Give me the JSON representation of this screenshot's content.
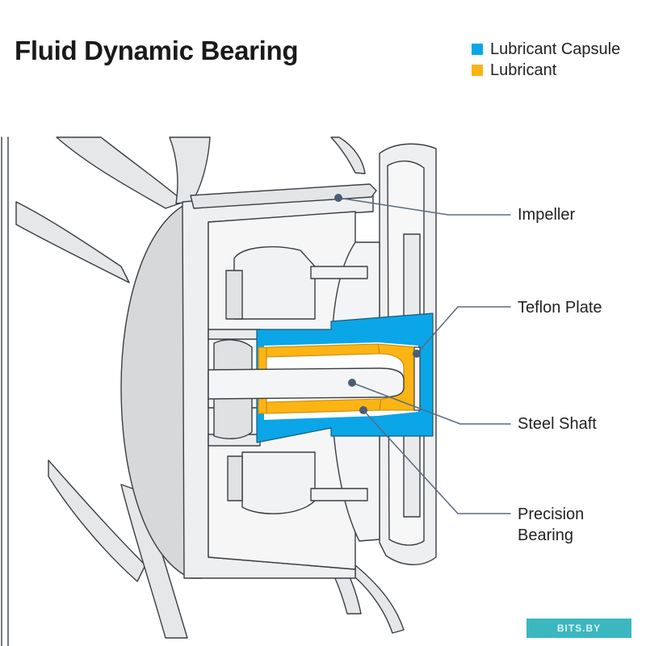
{
  "title": "Fluid Dynamic Bearing",
  "legend": [
    {
      "label": "Lubricant Capsule",
      "color": "#0aa6e8"
    },
    {
      "label": "Lubricant",
      "color": "#fbb414"
    }
  ],
  "callouts": {
    "impeller": "Impeller",
    "teflon_plate": "Teflon Plate",
    "steel_shaft": "Steel Shaft",
    "precision_bearing_line1": "Precision",
    "precision_bearing_line2": "Bearing"
  },
  "watermark": {
    "text": "BITS.BY",
    "color": "#3bb7bf"
  },
  "colors": {
    "outline": "#3a3f44",
    "fill_light": "#ecedee",
    "fill_mid": "#d6d8da",
    "leader": "#5a6b80"
  }
}
